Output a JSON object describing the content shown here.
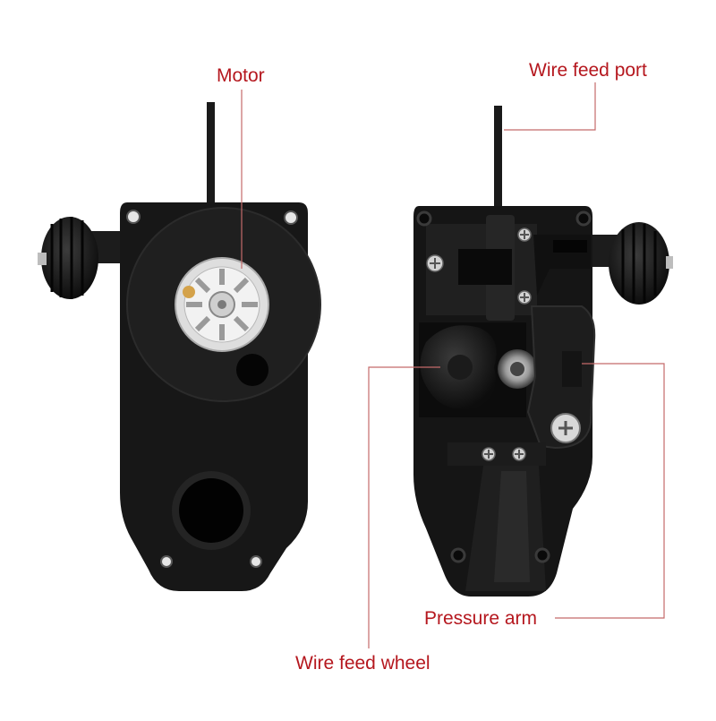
{
  "callouts": {
    "motor": "Motor",
    "wire_feed_port": "Wire feed port",
    "pressure_arm": "Pressure arm",
    "wire_feed_wheel": "Wire feed wheel"
  },
  "colors": {
    "label": "#b5171e",
    "leader": "#c46a6a",
    "body": "#161616",
    "body_light": "#262626",
    "background": "#ffffff"
  }
}
